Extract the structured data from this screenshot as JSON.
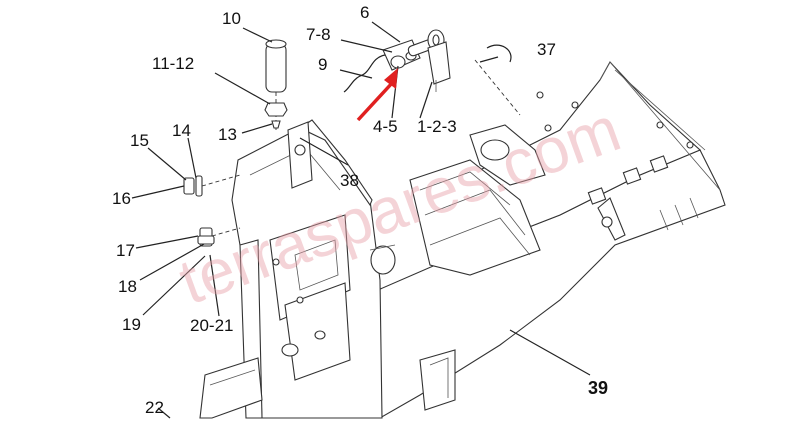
{
  "watermark": "terraspares.com",
  "arrow_color": "#e02020",
  "callouts": {
    "c1": "10",
    "c2": "6",
    "c3": "7-8",
    "c4": "9",
    "c5": "11-12",
    "c6": "37",
    "c7": "13",
    "c8": "14",
    "c9": "15",
    "c10": "4-5",
    "c11": "1-2-3",
    "c12": "16",
    "c13": "38",
    "c14": "17",
    "c15": "18",
    "c16": "19",
    "c17": "20-21",
    "c18": "39",
    "c19": "22"
  }
}
